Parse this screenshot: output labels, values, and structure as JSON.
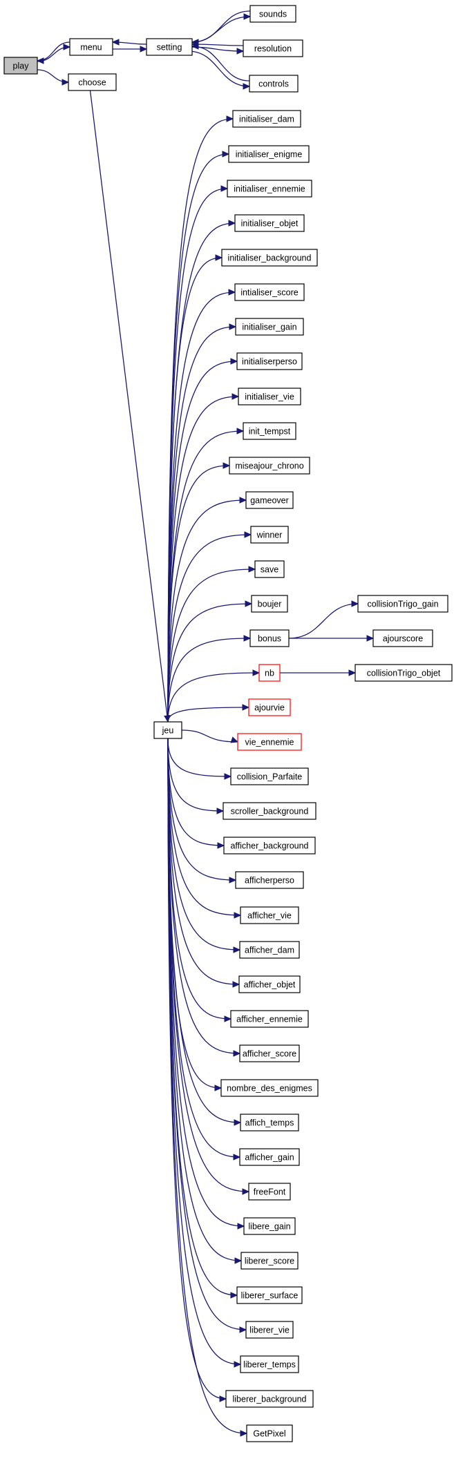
{
  "graph": {
    "nodes": {
      "play": {
        "label": "play",
        "style": "highlight"
      },
      "menu": {
        "label": "menu"
      },
      "choose": {
        "label": "choose"
      },
      "setting": {
        "label": "setting"
      },
      "sounds": {
        "label": "sounds"
      },
      "resolution": {
        "label": "resolution"
      },
      "controls": {
        "label": "controls"
      },
      "jeu": {
        "label": "jeu"
      },
      "initialiser_dam": {
        "label": "initialiser_dam"
      },
      "initialiser_enigme": {
        "label": "initialiser_enigme"
      },
      "initialiser_ennemie": {
        "label": "initialiser_ennemie"
      },
      "initialiser_objet": {
        "label": "initialiser_objet"
      },
      "initialiser_background": {
        "label": "initialiser_background"
      },
      "intialiser_score": {
        "label": "intialiser_score"
      },
      "initialiser_gain": {
        "label": "initialiser_gain"
      },
      "initialiserperso": {
        "label": "initialiserperso"
      },
      "initialiser_vie": {
        "label": "initialiser_vie"
      },
      "init_tempst": {
        "label": "init_tempst"
      },
      "miseajour_chrono": {
        "label": "miseajour_chrono"
      },
      "gameover": {
        "label": "gameover"
      },
      "winner": {
        "label": "winner"
      },
      "save": {
        "label": "save"
      },
      "boujer": {
        "label": "boujer"
      },
      "bonus": {
        "label": "bonus"
      },
      "collisionTrigo_gain": {
        "label": "collisionTrigo_gain"
      },
      "ajourscore": {
        "label": "ajourscore"
      },
      "nb": {
        "label": "nb",
        "style": "red"
      },
      "collisionTrigo_objet": {
        "label": "collisionTrigo_objet"
      },
      "ajourvie": {
        "label": "ajourvie",
        "style": "red"
      },
      "vie_ennemie": {
        "label": "vie_ennemie",
        "style": "red"
      },
      "collision_Parfaite": {
        "label": "collision_Parfaite"
      },
      "scroller_background": {
        "label": "scroller_background"
      },
      "afficher_background": {
        "label": "afficher_background"
      },
      "afficherperso": {
        "label": "afficherperso"
      },
      "afficher_vie": {
        "label": "afficher_vie"
      },
      "afficher_dam": {
        "label": "afficher_dam"
      },
      "afficher_objet": {
        "label": "afficher_objet"
      },
      "afficher_ennemie": {
        "label": "afficher_ennemie"
      },
      "afficher_score": {
        "label": "afficher_score"
      },
      "nombre_des_enigmes": {
        "label": "nombre_des_enigmes"
      },
      "affich_temps": {
        "label": "affich_temps"
      },
      "afficher_gain": {
        "label": "afficher_gain"
      },
      "freeFont": {
        "label": "freeFont"
      },
      "libere_gain": {
        "label": "libere_gain"
      },
      "liberer_score": {
        "label": "liberer_score"
      },
      "liberer_surface": {
        "label": "liberer_surface"
      },
      "liberer_vie": {
        "label": "liberer_vie"
      },
      "liberer_temps": {
        "label": "liberer_temps"
      },
      "liberer_background": {
        "label": "liberer_background"
      },
      "GetPixel": {
        "label": "GetPixel"
      }
    },
    "edges": [
      [
        "play",
        "menu"
      ],
      [
        "play",
        "choose"
      ],
      [
        "menu",
        "play"
      ],
      [
        "menu",
        "setting"
      ],
      [
        "setting",
        "menu"
      ],
      [
        "setting",
        "sounds"
      ],
      [
        "setting",
        "resolution"
      ],
      [
        "setting",
        "controls"
      ],
      [
        "sounds",
        "setting"
      ],
      [
        "resolution",
        "setting"
      ],
      [
        "controls",
        "setting"
      ],
      [
        "choose",
        "jeu"
      ],
      [
        "jeu",
        "initialiser_dam"
      ],
      [
        "jeu",
        "initialiser_enigme"
      ],
      [
        "jeu",
        "initialiser_ennemie"
      ],
      [
        "jeu",
        "initialiser_objet"
      ],
      [
        "jeu",
        "initialiser_background"
      ],
      [
        "jeu",
        "intialiser_score"
      ],
      [
        "jeu",
        "initialiser_gain"
      ],
      [
        "jeu",
        "initialiserperso"
      ],
      [
        "jeu",
        "initialiser_vie"
      ],
      [
        "jeu",
        "init_tempst"
      ],
      [
        "jeu",
        "miseajour_chrono"
      ],
      [
        "jeu",
        "gameover"
      ],
      [
        "jeu",
        "winner"
      ],
      [
        "jeu",
        "save"
      ],
      [
        "jeu",
        "boujer"
      ],
      [
        "jeu",
        "bonus"
      ],
      [
        "jeu",
        "nb"
      ],
      [
        "jeu",
        "ajourvie"
      ],
      [
        "jeu",
        "vie_ennemie"
      ],
      [
        "jeu",
        "collision_Parfaite"
      ],
      [
        "jeu",
        "scroller_background"
      ],
      [
        "jeu",
        "afficher_background"
      ],
      [
        "jeu",
        "afficherperso"
      ],
      [
        "jeu",
        "afficher_vie"
      ],
      [
        "jeu",
        "afficher_dam"
      ],
      [
        "jeu",
        "afficher_objet"
      ],
      [
        "jeu",
        "afficher_ennemie"
      ],
      [
        "jeu",
        "afficher_score"
      ],
      [
        "jeu",
        "nombre_des_enigmes"
      ],
      [
        "jeu",
        "affich_temps"
      ],
      [
        "jeu",
        "afficher_gain"
      ],
      [
        "jeu",
        "freeFont"
      ],
      [
        "jeu",
        "libere_gain"
      ],
      [
        "jeu",
        "liberer_score"
      ],
      [
        "jeu",
        "liberer_surface"
      ],
      [
        "jeu",
        "liberer_vie"
      ],
      [
        "jeu",
        "liberer_temps"
      ],
      [
        "jeu",
        "liberer_background"
      ],
      [
        "jeu",
        "GetPixel"
      ],
      [
        "bonus",
        "collisionTrigo_gain"
      ],
      [
        "bonus",
        "ajourscore"
      ],
      [
        "nb",
        "collisionTrigo_objet"
      ]
    ],
    "colors": {
      "edge": "#191970",
      "highlight_fill": "#bfbfbf",
      "red_border": "#ff0000",
      "border": "#000000"
    }
  }
}
